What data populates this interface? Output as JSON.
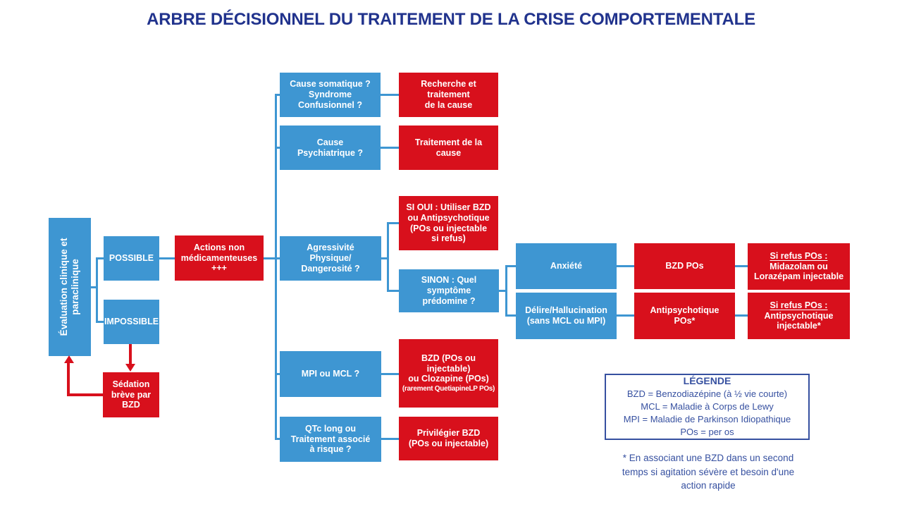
{
  "title": "ARBRE DÉCISIONNEL DU TRAITEMENT DE LA CRISE COMPORTEMENTALE",
  "colors": {
    "node_blue": "#3E96D2",
    "node_red": "#D8101C",
    "title_navy": "#21338D",
    "legend_blue": "#3650A0"
  },
  "nodes": {
    "evaluation": {
      "label": "Évaluation clinique et\nparaclinique"
    },
    "possible": {
      "label": "POSSIBLE"
    },
    "impossible": {
      "label": "IMPOSSIBLE"
    },
    "actions": {
      "label": "Actions non\nmédicamenteuses\n+++"
    },
    "sedation": {
      "label": "Sédation\nbrève par\nBZD"
    },
    "cause_somatique": {
      "label": "Cause somatique ?\nSyndrome\nConfusionnel ?"
    },
    "recherche": {
      "label": "Recherche et\ntraitement\nde la cause"
    },
    "cause_psy": {
      "label": "Cause\nPsychiatrique ?"
    },
    "traitement": {
      "label": "Traitement de la\ncause"
    },
    "agressivite": {
      "label": "Agressivité\nPhysique/\nDangerosité ?"
    },
    "si_oui": {
      "label": "SI OUI : Utiliser BZD\nou Antipsychotique\n(POs ou injectable\nsi refus)"
    },
    "sinon": {
      "label": "SINON : Quel\nsymptôme\nprédomine ?"
    },
    "anxiete": {
      "label": "Anxiété"
    },
    "delire": {
      "label": "Délire/Hallucination\n(sans MCL ou MPI)"
    },
    "bzd_pos": {
      "label": "BZD POs"
    },
    "antipsy_pos": {
      "label": "Antipsychotique\nPOs*"
    },
    "si_refus_bzd": {
      "heading": "Si refus POs :",
      "body": "Midazolam ou\nLorazépam injectable"
    },
    "si_refus_ap": {
      "heading": "Si refus POs :",
      "body": "Antipsychotique\ninjectable*"
    },
    "mpi_mcl": {
      "label": "MPI ou MCL ?"
    },
    "bzd_cloz": {
      "label": "BZD (POs ou\ninjectable)\nou Clozapine (POs)",
      "note": "(rarement QuetiapineLP POs)"
    },
    "qtc": {
      "label": "QTc long ou\nTraitement associé\nà risque ?"
    },
    "privilegier": {
      "label": "Privilégier BZD\n(POs ou injectable)"
    }
  },
  "legend": {
    "title": "LÉGENDE",
    "items": [
      "BZD = Benzodiazépine (à ½ vie courte)",
      "MCL = Maladie à Corps de Lewy",
      "MPI = Maladie de Parkinson Idiopathique",
      "POs = per os"
    ]
  },
  "footnote": "*  En associant une BZD dans un second\ntemps si agitation sévère et besoin d'une\naction rapide"
}
